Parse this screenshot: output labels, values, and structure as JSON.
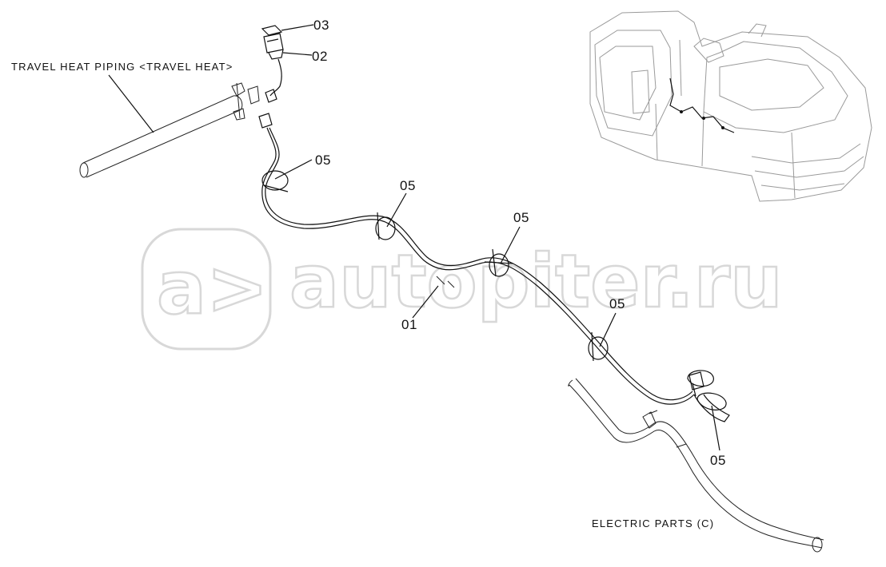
{
  "watermark": {
    "badge_text": "a>",
    "site_text": "autopiter.ru"
  },
  "captions": {
    "travel_heat_piping": "TRAVEL HEAT PIPING <TRAVEL HEAT>",
    "electric_parts": "ELECTRIC PARTS (C)"
  },
  "callouts": [
    {
      "id": "label-03",
      "text": "03"
    },
    {
      "id": "label-02",
      "text": "02"
    },
    {
      "id": "label-05-a",
      "text": "05"
    },
    {
      "id": "label-05-b",
      "text": "05"
    },
    {
      "id": "label-05-c",
      "text": "05"
    },
    {
      "id": "label-01",
      "text": "01"
    },
    {
      "id": "label-05-d",
      "text": "05"
    },
    {
      "id": "label-05-e",
      "text": "05"
    }
  ]
}
